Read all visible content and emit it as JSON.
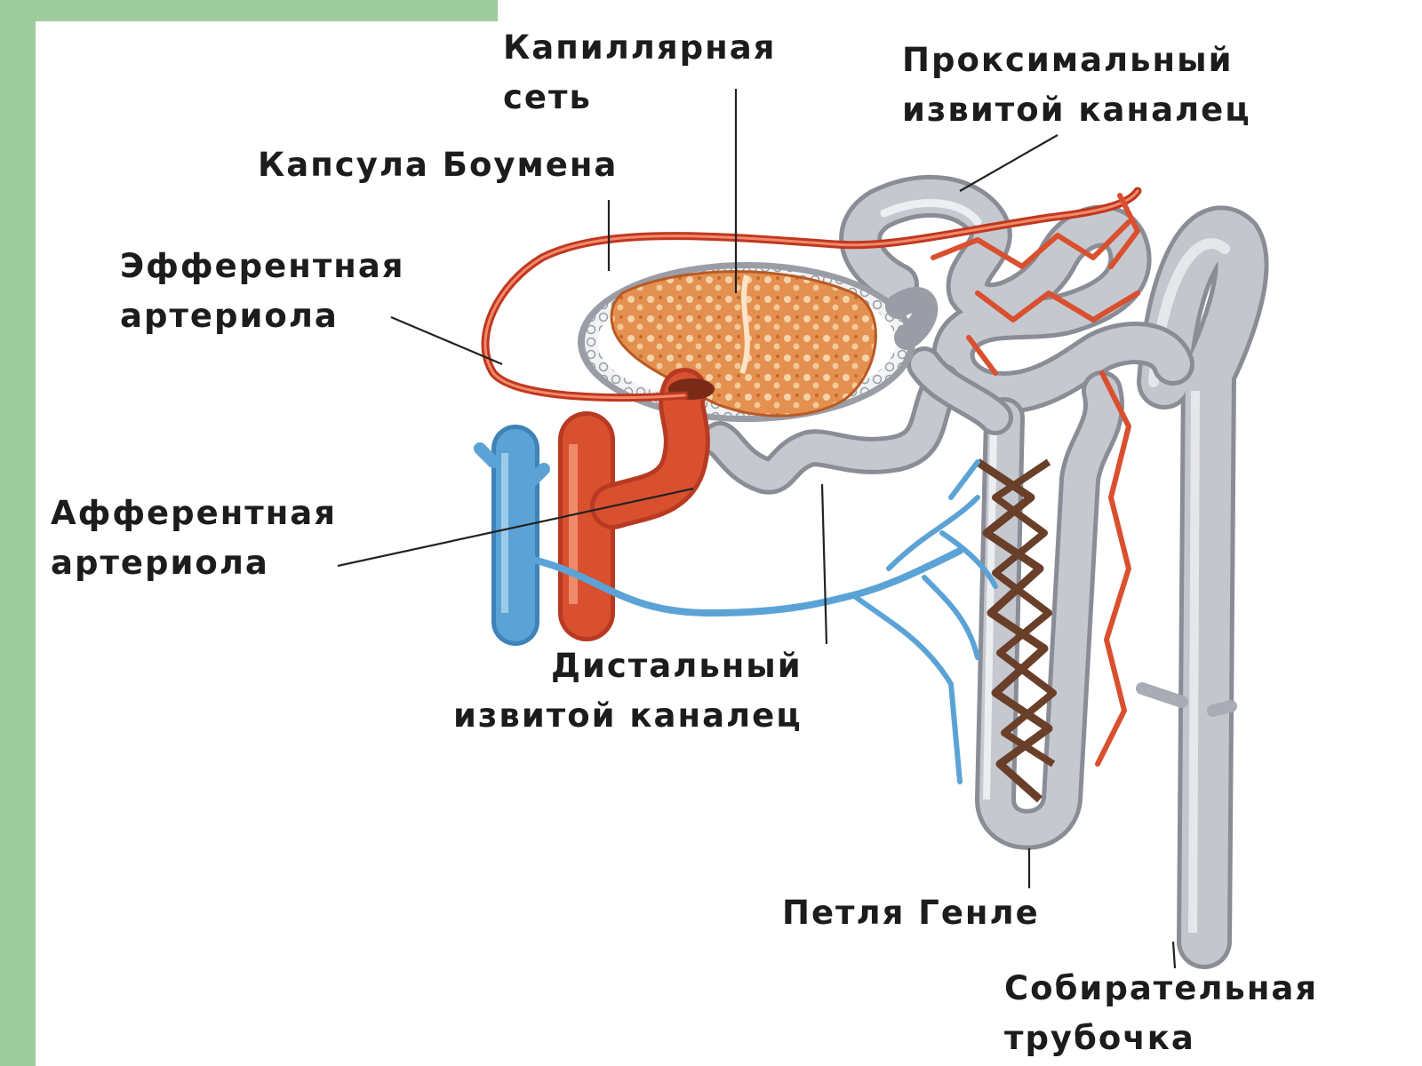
{
  "colors": {
    "frame": "#9fcc9c",
    "artery": "#d9502f",
    "artery_dark": "#b83a22",
    "vein": "#5ba3d6",
    "vein_dark": "#3e82b8",
    "tubule": "#b9bcc5",
    "tubule_light": "#dcdee3",
    "tubule_dark": "#8a8d96",
    "glomerulus": "#e0883e",
    "capillary_brown": "#6a3f2a",
    "leader": "#222222"
  },
  "labels": {
    "capillary_net": [
      "Капиллярная",
      "сеть"
    ],
    "bowman_capsule": [
      "Капсула Боумена"
    ],
    "proximal_tubule": [
      "Проксимальный",
      "извитой каналец"
    ],
    "efferent_arteriole": [
      "Эфферентная",
      "артериола"
    ],
    "afferent_arteriole": [
      "Афферентная",
      "артериола"
    ],
    "distal_tubule": [
      "Дистальный",
      "извитой каналец"
    ],
    "loop_of_henle": [
      "Петля Генле"
    ],
    "collecting_duct": [
      "Собирательная",
      "трубочка"
    ]
  }
}
